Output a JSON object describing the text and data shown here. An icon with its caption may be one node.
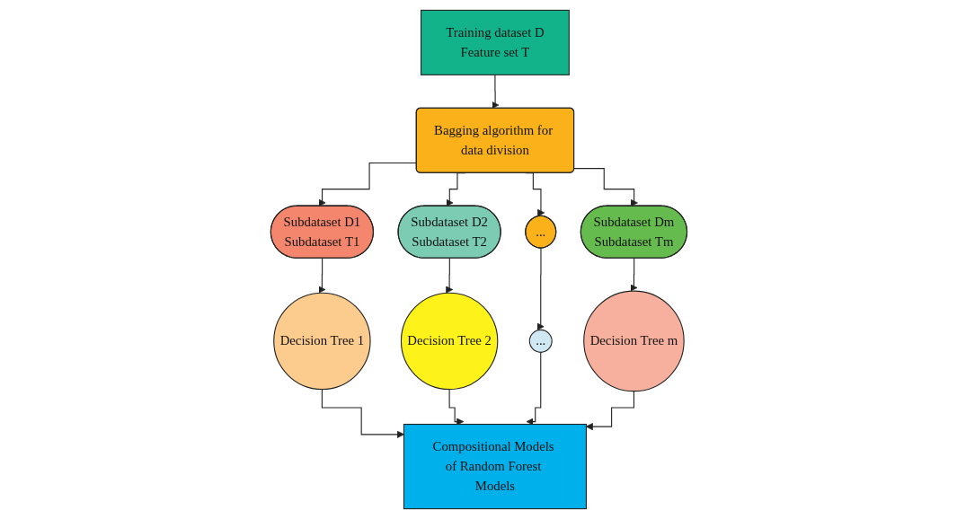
{
  "diagram": {
    "nodes": [
      {
        "text": [
          "Training dataset D",
          "Feature set T"
        ]
      },
      {
        "text": [
          "Bagging algorithm for data division"
        ]
      },
      {
        "text": [
          "Subdataset D1",
          "Subdataset T1"
        ]
      },
      {
        "text": [
          "Subdataset D2",
          "Subdataset T2"
        ]
      },
      {
        "text": [
          "..."
        ]
      },
      {
        "text": [
          "Subdataset Dm",
          "Subdataset Tm"
        ]
      },
      {
        "text": [
          "Decision Tree 1"
        ]
      },
      {
        "text": [
          "Decision Tree 2"
        ]
      },
      {
        "text": [
          "..."
        ]
      },
      {
        "text": [
          "Decision Tree m"
        ]
      },
      {
        "text": [
          "Compositional Models of Random Forest Models"
        ]
      }
    ],
    "edges": [
      {
        "from": 0,
        "to": 1,
        "arrow": "to"
      },
      {
        "from": 1,
        "to": 2,
        "arrow": "to"
      },
      {
        "from": 1,
        "to": 3,
        "arrow": "to"
      },
      {
        "from": 1,
        "to": 4,
        "arrow": "to"
      },
      {
        "from": 1,
        "to": 5,
        "arrow": "to"
      },
      {
        "from": 2,
        "to": 6,
        "arrow": "to"
      },
      {
        "from": 3,
        "to": 7,
        "arrow": "to"
      },
      {
        "from": 4,
        "to": 8,
        "arrow": "to"
      },
      {
        "from": 5,
        "to": 9,
        "arrow": "to"
      },
      {
        "from": 6,
        "to": 10,
        "arrow": "to"
      },
      {
        "from": 7,
        "to": 10,
        "arrow": "to"
      },
      {
        "from": 8,
        "to": 10,
        "arrow": "to"
      },
      {
        "from": 9,
        "to": 10,
        "arrow": "to"
      }
    ]
  }
}
